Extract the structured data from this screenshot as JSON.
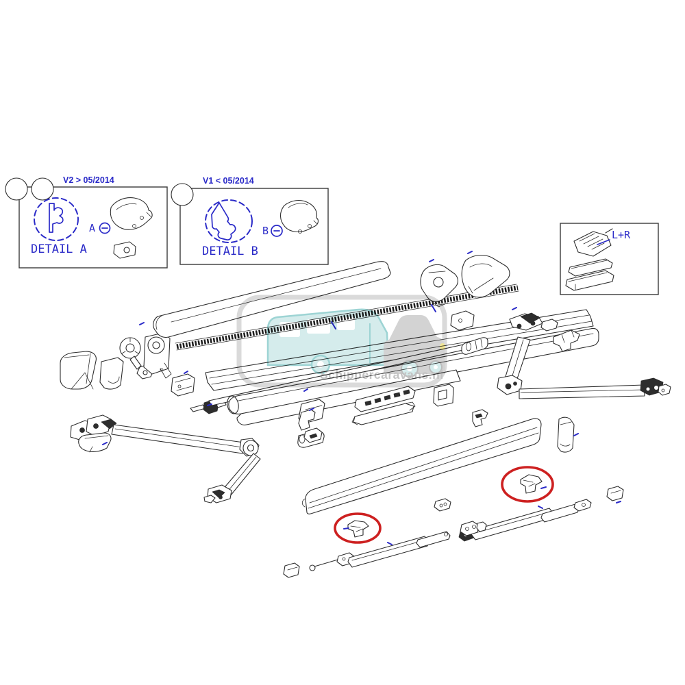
{
  "page": {
    "background": "#ffffff"
  },
  "colors": {
    "line": "#2d2d2d",
    "blue": "#2a2ac8",
    "red": "#cd2020",
    "wm_border": "#c2c2c2",
    "wm_teal": "#5bb7b7",
    "wm_teal_fill": "#b9dfdf",
    "wm_gray": "#b6b6b6",
    "wm_text": "#9b9b9b",
    "headlight_yellow": "#e8d44a"
  },
  "callouts": {
    "detail_a": {
      "version": "V2 > 05/2014",
      "label": "DETAIL A",
      "part": "A"
    },
    "detail_b": {
      "version": "V1 < 05/2014",
      "label": "DETAIL B",
      "part": "B"
    },
    "side_box": {
      "label": "L+R"
    }
  },
  "watermark": {
    "text": "Schippercaravans.nl"
  }
}
